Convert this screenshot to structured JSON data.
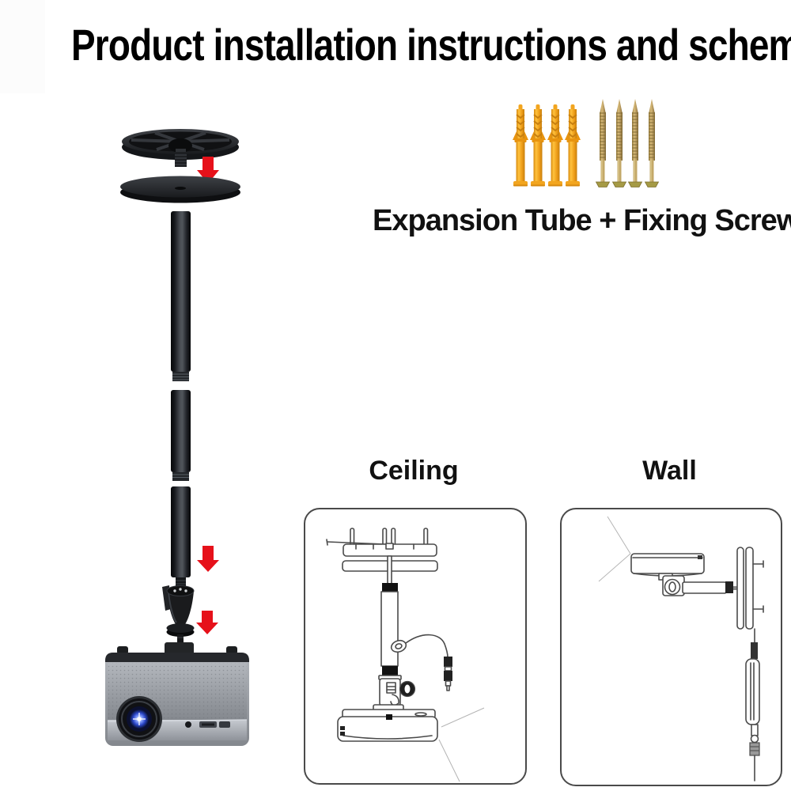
{
  "title": "Product installation instructions and schematic diagram",
  "hardware": {
    "caption": "Expansion Tube + Fixing Screw",
    "anchor_count": 4,
    "screw_count": 4
  },
  "panels": {
    "ceiling": {
      "label": "Ceiling"
    },
    "wall": {
      "label": "Wall"
    }
  },
  "colors": {
    "arrow_red": "#E6111A",
    "anchor_yellow": "#F2A51F",
    "screw_bronze": "#B2945A",
    "diagram_stroke": "#4A4A4A",
    "hardware_black": "#1A1C1F",
    "lens_blue": "#5A7CFF"
  }
}
